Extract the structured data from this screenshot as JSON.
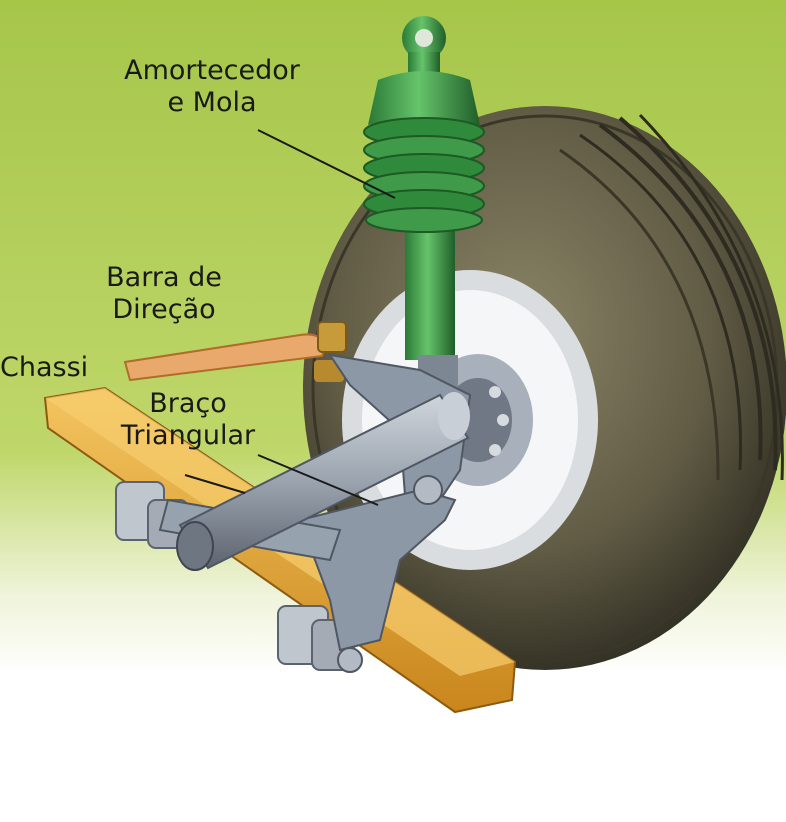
{
  "labels": {
    "amortecedor_line1": "Amortecedor",
    "amortecedor_line2": "e Mola",
    "barra_line1": "Barra de",
    "barra_line2": "Direção",
    "chassi": "Chassi",
    "braco_line1": "Braço",
    "braco_line2": "Triangular"
  },
  "colors": {
    "background_top": "#a9c94a",
    "background_bottom": "#ffffff",
    "tire": "#5f5a44",
    "shock": "#3f9a49",
    "chassis": "#e3a52b",
    "steering_bar": "#e9a86a",
    "control_arm": "#8d98a6"
  }
}
